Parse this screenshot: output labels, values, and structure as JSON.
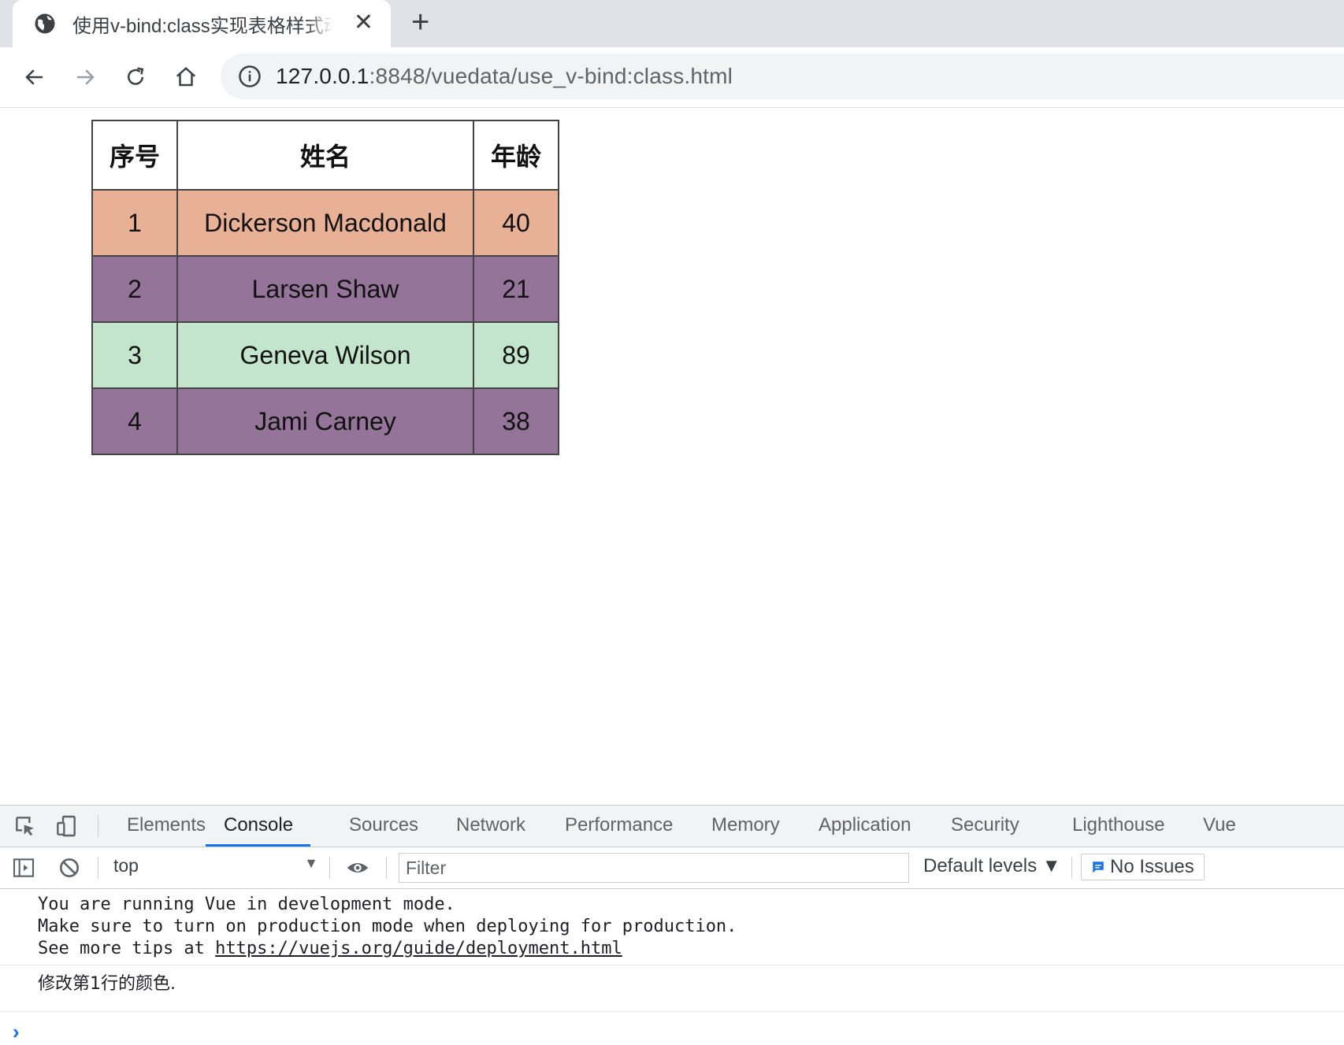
{
  "browser": {
    "tab_title": "使用v-bind:class实现表格样式动",
    "tab_close": "✕",
    "new_tab": "+",
    "url_host": "127.0.0.1",
    "url_path": ":8848/vuedata/use_v-bind:class.html"
  },
  "table": {
    "headers": [
      "序号",
      "姓名",
      "年龄"
    ],
    "rows": [
      {
        "no": "1",
        "name": "Dickerson Macdonald",
        "age": "40",
        "color": "#e8b095"
      },
      {
        "no": "2",
        "name": "Larsen Shaw",
        "age": "21",
        "color": "#947599"
      },
      {
        "no": "3",
        "name": "Geneva Wilson",
        "age": "89",
        "color": "#c2e5cb"
      },
      {
        "no": "4",
        "name": "Jami Carney",
        "age": "38",
        "color": "#947599"
      }
    ]
  },
  "devtools": {
    "tabs": [
      "Elements",
      "Console",
      "Sources",
      "Network",
      "Performance",
      "Memory",
      "Application",
      "Security",
      "Lighthouse",
      "Vue"
    ],
    "active_tab": "Console",
    "context": "top",
    "filter_placeholder": "Filter",
    "levels": "Default levels ▼",
    "issues": "No Issues",
    "console": {
      "line1": "You are running Vue in development mode.",
      "line2": "Make sure to turn on production mode when deploying for production.",
      "line3_prefix": "See more tips at ",
      "line3_link": "https://vuejs.org/guide/deployment.html",
      "line4": "修改第1行的颜色."
    },
    "prompt": "›"
  },
  "colors": {
    "accent": "#1a73e8",
    "row_orange": "#e8b095",
    "row_purple": "#947599",
    "row_green": "#c2e5cb"
  }
}
